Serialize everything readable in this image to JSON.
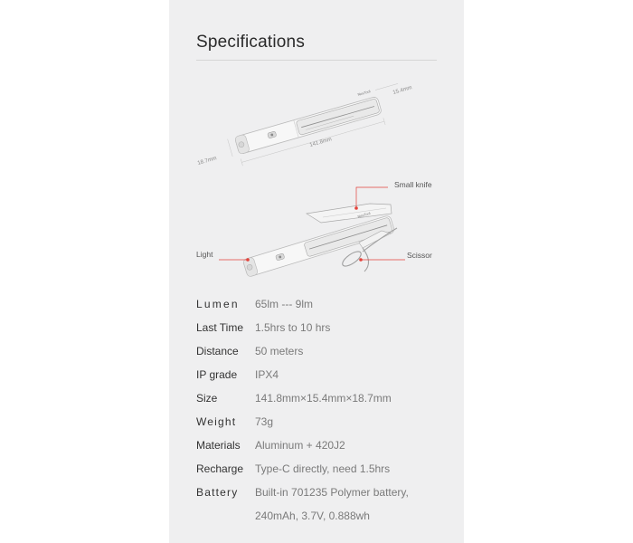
{
  "page": {
    "title": "Specifications"
  },
  "diagram_top": {
    "brand": "NexTool",
    "dimensions": {
      "width": "15.4mm",
      "height": "18.7mm",
      "length": "141.8mm"
    }
  },
  "diagram_bottom": {
    "brand": "NexTool",
    "callouts": {
      "knife": "Small knife",
      "light": "Light",
      "scissor": "Scissor"
    }
  },
  "specs": [
    {
      "label": "Lumen",
      "value": "65lm --- 9lm"
    },
    {
      "label": "Last Time",
      "value": "1.5hrs to 10 hrs"
    },
    {
      "label": "Distance",
      "value": "50 meters"
    },
    {
      "label": "IP grade",
      "value": "IPX4"
    },
    {
      "label": "Size",
      "value": "141.8mm×15.4mm×18.7mm"
    },
    {
      "label": "Weight",
      "value": "73g"
    },
    {
      "label": "Materials",
      "value": "Aluminum + 420J2"
    },
    {
      "label": "Recharge",
      "value": "Type-C directly, need 1.5hrs"
    },
    {
      "label": "Battery",
      "value": "Built-in 701235 Polymer battery,",
      "continuation": "240mAh, 3.7V, 0.888wh"
    }
  ],
  "colors": {
    "accent": "#e3413a",
    "panel_background": "#efeff0",
    "label_text": "#333333",
    "value_text": "#7a7a7a"
  }
}
